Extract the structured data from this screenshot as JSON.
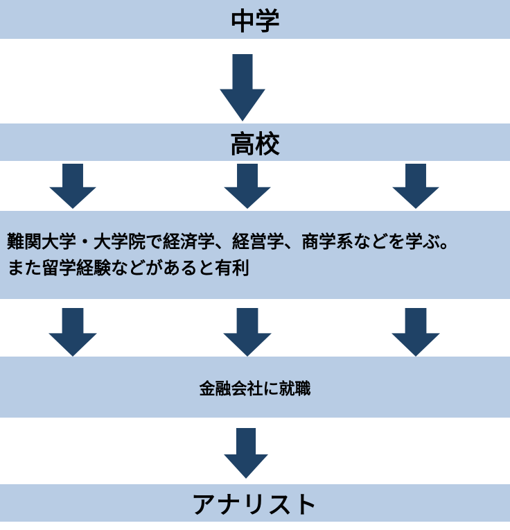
{
  "colors": {
    "background": "#ffffff",
    "band_bg": "#b8cce4",
    "arrow": "#1f4266",
    "text": "#000000"
  },
  "flowchart": {
    "steps": [
      {
        "id": "middle-school",
        "label": "中学"
      },
      {
        "id": "high-school",
        "label": "高校"
      },
      {
        "id": "university",
        "label": "難関大学・大学院で経済学、経営学、商学系などを学ぶ。\nまた留学経験などがあると有利"
      },
      {
        "id": "employment",
        "label": "金融会社に就職"
      },
      {
        "id": "analyst",
        "label": "アナリスト"
      }
    ],
    "connections": [
      {
        "from": "middle-school",
        "to": "high-school",
        "arrow_count": 1
      },
      {
        "from": "high-school",
        "to": "university",
        "arrow_count": 3
      },
      {
        "from": "university",
        "to": "employment",
        "arrow_count": 3
      },
      {
        "from": "employment",
        "to": "analyst",
        "arrow_count": 1
      }
    ]
  }
}
